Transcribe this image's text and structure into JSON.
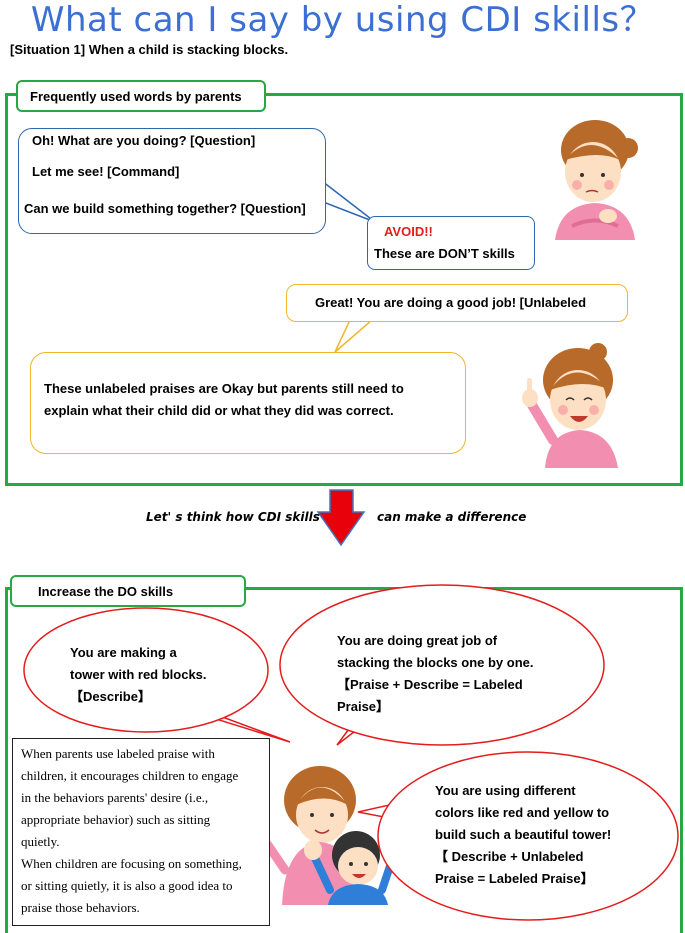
{
  "title": "What can I say by using CDI skills？",
  "situation": "[Situation 1] When a child is stacking blocks.",
  "section1": {
    "tab": "Frequently used words by parents",
    "questions": [
      "Oh! What are you doing? [Question]",
      "Let me see! [Command]",
      "Can we build something together? [Question]"
    ],
    "avoid_title": "AVOID!!",
    "avoid_text": "These are DON’T skills",
    "praise": "Great! You are doing a good job! [Unlabeled",
    "unlabeled_note_lines": [
      "These unlabeled praises are Okay but parents still need to",
      "explain what their child did or what they did was correct."
    ]
  },
  "transition": {
    "left": "Let' s think how CDI skills",
    "right": "can make a difference"
  },
  "section2": {
    "tab": "Increase the DO skills",
    "bubble1_lines": [
      "You are making a",
      "tower with red blocks.",
      "【Describe】"
    ],
    "bubble2_lines": [
      "You are doing great job of",
      "stacking the blocks one by one.",
      "【Praise + Describe = Labeled",
      "Praise】"
    ],
    "bubble3_lines": [
      "You are using different",
      "colors like red and yellow to",
      "build such a beautiful tower!",
      "【 Describe + Unlabeled",
      "Praise = Labeled Praise】"
    ],
    "note_lines": [
      "When parents use labeled praise with",
      "children, it encourages children to engage",
      "in the behaviors parents' desire (i.e.,",
      "appropriate behavior) such as sitting",
      "quietly.",
      "When children are focusing on something,",
      "or sitting quietly, it is also a good idea to",
      "praise those behaviors."
    ]
  },
  "colors": {
    "title": "#3b6fd4",
    "panel_border": "#27a844",
    "blue_bubble": "#2e67b1",
    "yellow_bubble": "#f0b62c",
    "red": "#e41c1c",
    "arrow": "#e8000b"
  },
  "icons": [
    "woman-thinking-illustration",
    "woman-pointing-illustration",
    "down-arrow-icon",
    "parent-and-child-illustration"
  ]
}
